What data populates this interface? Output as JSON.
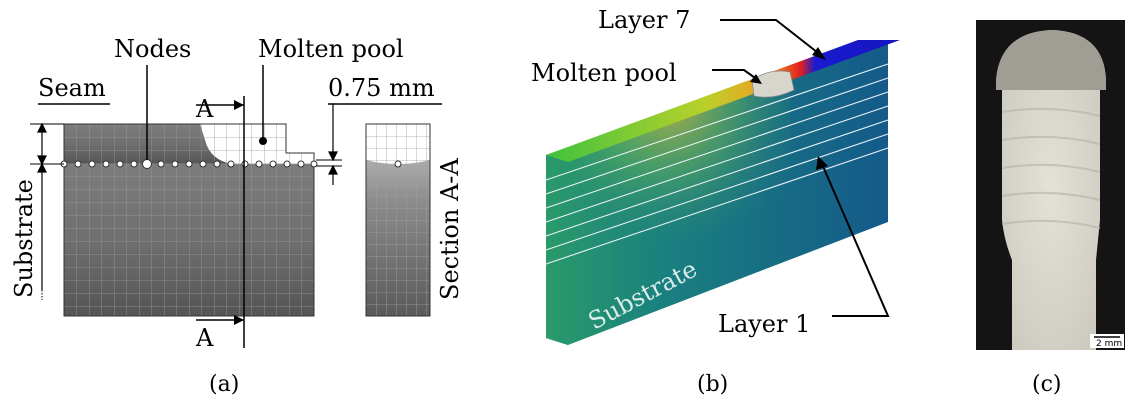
{
  "panel_a": {
    "nodes": "Nodes",
    "molten_pool": "Molten pool",
    "seam": "Seam",
    "dim": "0.75 mm",
    "section_mark_top": "A",
    "section_mark_bottom": "A",
    "substrate": "Substrate",
    "section_title": "Section A-A",
    "caption": "(a)"
  },
  "panel_b": {
    "layer_top": "Layer 7",
    "molten_pool": "Molten pool",
    "layer_bottom": "Layer 1",
    "substrate": "Substrate",
    "caption": "(b)"
  },
  "panel_c": {
    "scale": "2 mm",
    "caption": "(c)"
  }
}
